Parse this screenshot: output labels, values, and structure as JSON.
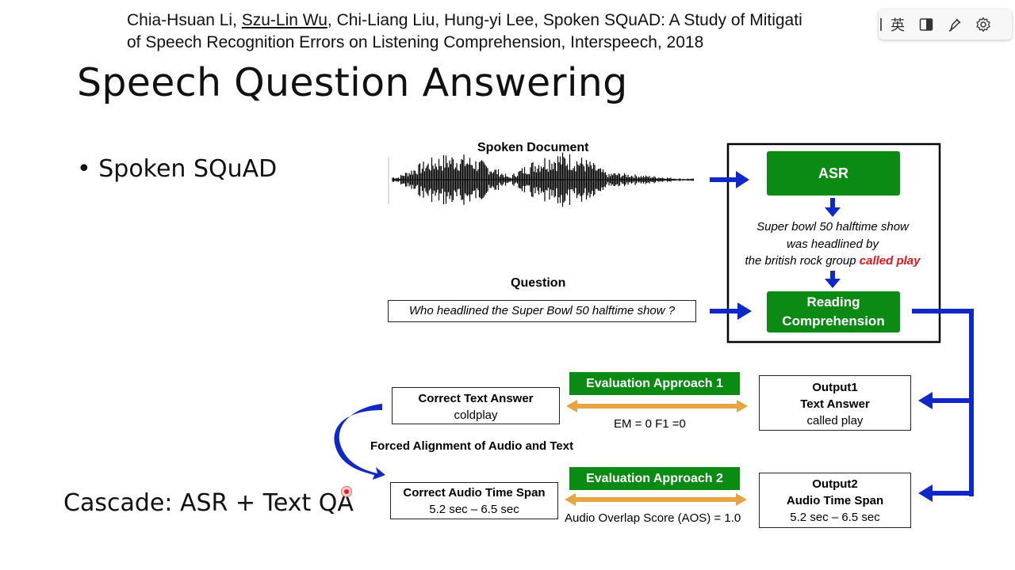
{
  "citation": {
    "line1_pre": "Chia-Hsuan Li, ",
    "line1_link": "Szu-Lin Wu",
    "line1_post": ", Chi-Liang Liu, Hung-yi Lee, Spoken SQuAD: A Study of Mitigati",
    "line2": "of Speech Recognition Errors on Listening Comprehension, Interspeech, 2018"
  },
  "slide": {
    "title": "Speech Question Answering",
    "bullet": "• Spoken SQuAD",
    "cascade": "Cascade: ASR + Text QA"
  },
  "toolbar": {
    "lang_label": "英",
    "items": [
      "layout-icon",
      "brush-icon",
      "gear-icon"
    ]
  },
  "diagram": {
    "spoken_document_label": "Spoken Document",
    "question_label": "Question",
    "question_text": "Who headlined the Super Bowl 50 halftime show ?",
    "asr_label": "ASR",
    "asr_output_line1": "Super bowl 50 halftime show",
    "asr_output_line2": "was headlined by",
    "asr_output_line3_pre": "the british rock group ",
    "asr_output_line3_err": "called play",
    "reading_line1": "Reading",
    "reading_line2": "Comprehension",
    "correct_text_title": "Correct Text Answer",
    "correct_text_value": "coldplay",
    "forced_alignment": "Forced Alignment of Audio and Text",
    "correct_audio_title": "Correct Audio Time Span",
    "correct_audio_value": "5.2 sec – 6.5 sec",
    "eval1_label": "Evaluation Approach 1",
    "eval1_scores": "EM = 0    F1 =0",
    "eval2_label": "Evaluation Approach 2",
    "eval2_scores": "Audio Overlap Score (AOS) = 1.0",
    "output1_line1": "Output1",
    "output1_line2": "Text Answer",
    "output1_line3": "called play",
    "output2_line1": "Output2",
    "output2_line2": "Audio Time Span",
    "output2_line3": "5.2 sec – 6.5 sec",
    "colors": {
      "green": "#0b8a14",
      "blue": "#1028c8",
      "orange": "#e6a443",
      "red": "#e0141a"
    }
  }
}
